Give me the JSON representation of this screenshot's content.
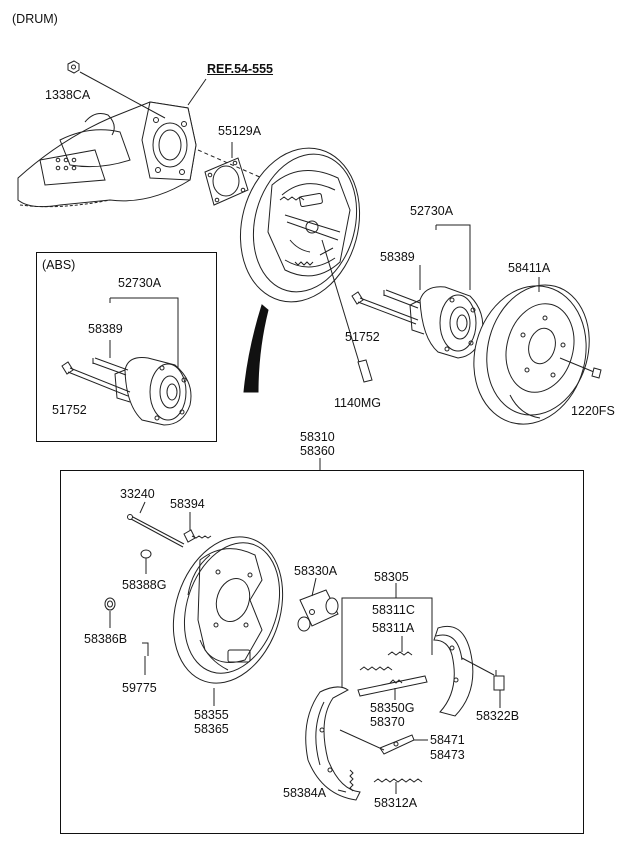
{
  "header": {
    "variant": "(DRUM)"
  },
  "abs_box": {
    "title": "(ABS)"
  },
  "labels": {
    "p1338CA": "1338CA",
    "ref": "REF.54-555",
    "p55129A": "55129A",
    "p52730A_top": "52730A",
    "p58389_top": "58389",
    "p58411A": "58411A",
    "p51752_top": "51752",
    "p1140MG": "1140MG",
    "p1220FS": "1220FS",
    "p52730A_abs": "52730A",
    "p58389_abs": "58389",
    "p51752_abs": "51752",
    "p58310": "58310",
    "p58360": "58360",
    "p33240": "33240",
    "p58394": "58394",
    "p58388G": "58388G",
    "p58386B": "58386B",
    "p59775": "59775",
    "p58355": "58355",
    "p58365": "58365",
    "p58330A": "58330A",
    "p58305": "58305",
    "p58311C": "58311C",
    "p58311A": "58311A",
    "p58350G": "58350G",
    "p58370": "58370",
    "p58322B": "58322B",
    "p58471": "58471",
    "p58473": "58473",
    "p58384A": "58384A",
    "p58312A": "58312A"
  }
}
